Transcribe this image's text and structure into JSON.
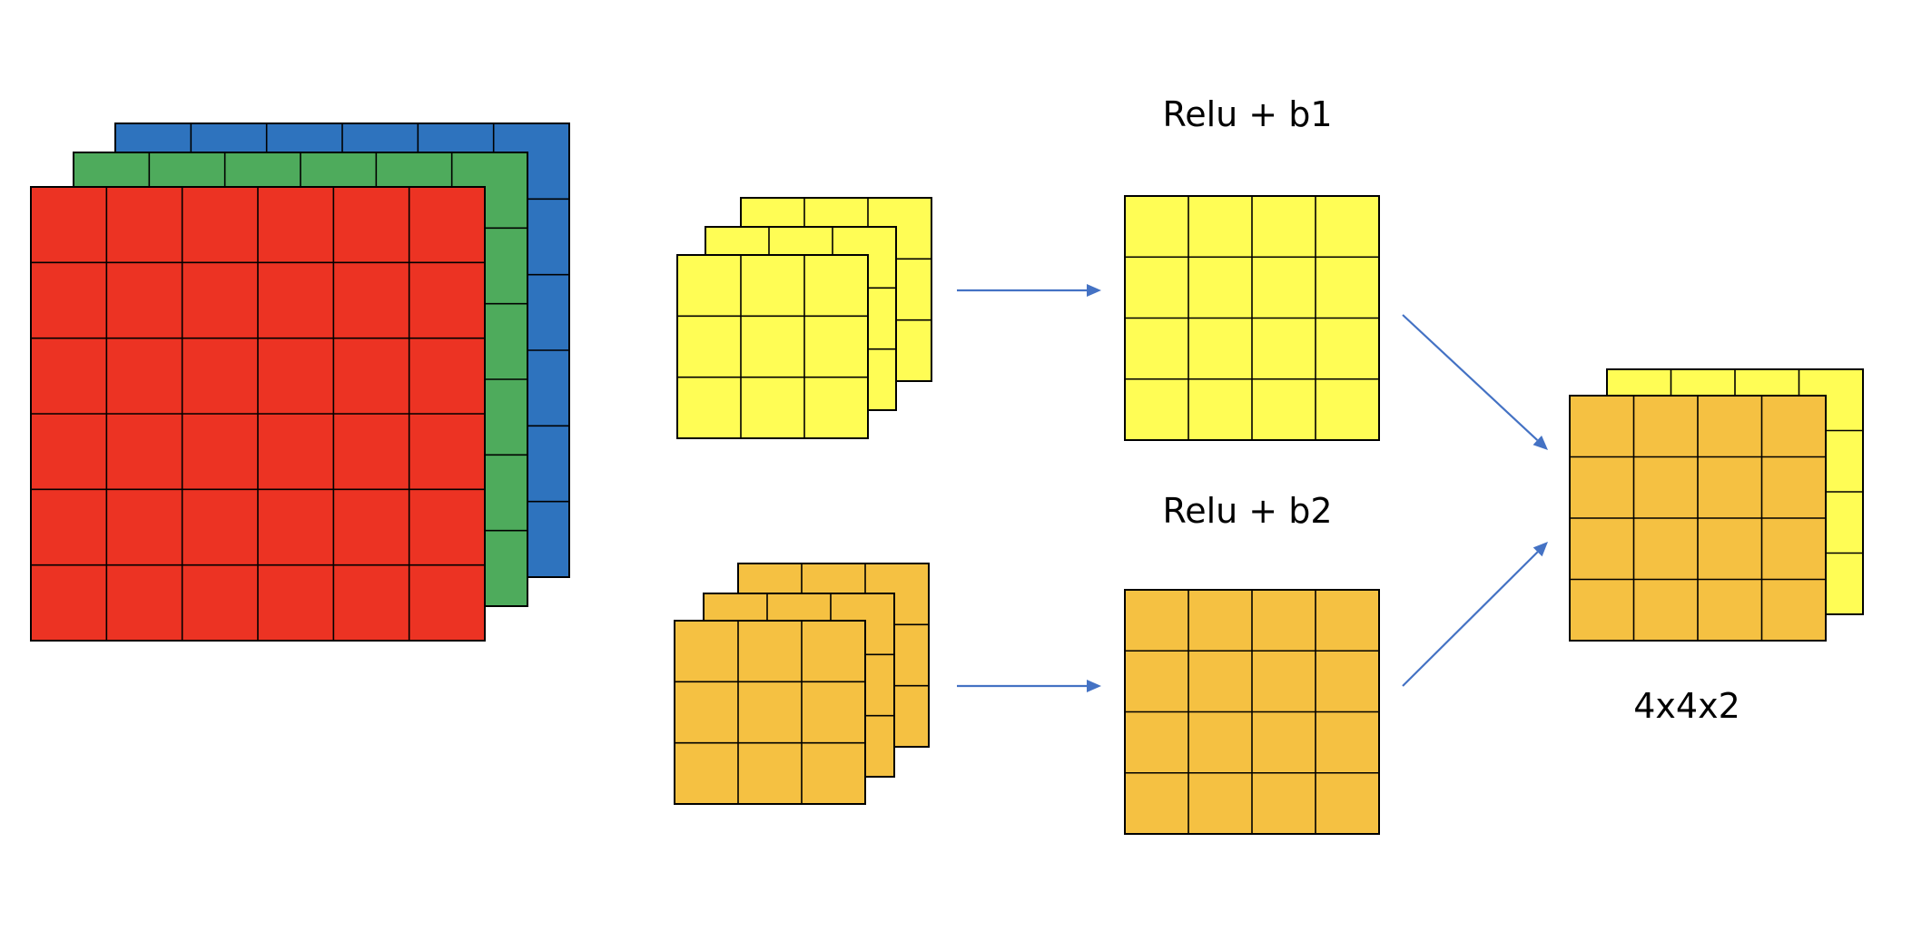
{
  "colors": {
    "red": "#ec3323",
    "green": "#4eab5c",
    "blue": "#2e73be",
    "yellow": "#fffd55",
    "orange": "#f5c142",
    "grid_line": "#000000",
    "arrow": "#4472c4"
  },
  "input_volume": {
    "grid": [
      6,
      6
    ],
    "channels": [
      "blue",
      "green",
      "red"
    ]
  },
  "filters": [
    {
      "grid": [
        3,
        3
      ],
      "depth": 3,
      "color": "yellow"
    },
    {
      "grid": [
        3,
        3
      ],
      "depth": 3,
      "color": "orange"
    }
  ],
  "feature_maps": [
    {
      "grid": [
        4,
        4
      ],
      "color": "yellow",
      "label": "Relu + b1"
    },
    {
      "grid": [
        4,
        4
      ],
      "color": "orange",
      "label": "Relu + b2"
    }
  ],
  "output_volume": {
    "grid": [
      4,
      4
    ],
    "layers": [
      "yellow",
      "orange"
    ],
    "label": "4x4x2"
  }
}
